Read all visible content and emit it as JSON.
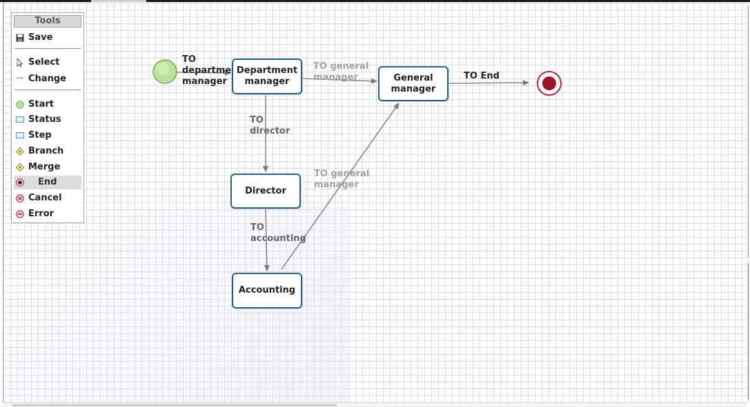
{
  "tools": {
    "title": "Tools",
    "items": [
      {
        "label": "Save",
        "icon": "floppy-disk-icon"
      },
      {
        "label": "Select",
        "icon": "cursor-arrow-icon"
      },
      {
        "label": "Change",
        "icon": "connector-arrow-icon"
      },
      {
        "label": "Start",
        "icon": "start-circle-icon"
      },
      {
        "label": "Status",
        "icon": "status-box-icon"
      },
      {
        "label": "Step",
        "icon": "step-box-icon"
      },
      {
        "label": "Branch",
        "icon": "branch-diamond-icon"
      },
      {
        "label": "Merge",
        "icon": "merge-diamond-icon"
      },
      {
        "label": "End",
        "icon": "end-circle-icon",
        "active": true
      },
      {
        "label": "Cancel",
        "icon": "cancel-circle-icon"
      },
      {
        "label": "Error",
        "icon": "error-circle-icon"
      }
    ]
  },
  "diagram": {
    "nodes": {
      "department_manager": "Department manager",
      "general_manager": "General manager",
      "director": "Director",
      "accounting": "Accounting"
    },
    "edges": {
      "to_department_manager": "TO department manager",
      "to_general_manager_top": "TO general manager",
      "to_end": "TO End",
      "to_director": "TO director",
      "to_general_manager_diag": "TO general manager",
      "to_accounting": "TO accounting"
    }
  },
  "colors": {
    "node_border": "#2a5f86",
    "start_fill": "#b7e39a",
    "end_fill": "#9b1428",
    "edge": "#808080"
  }
}
